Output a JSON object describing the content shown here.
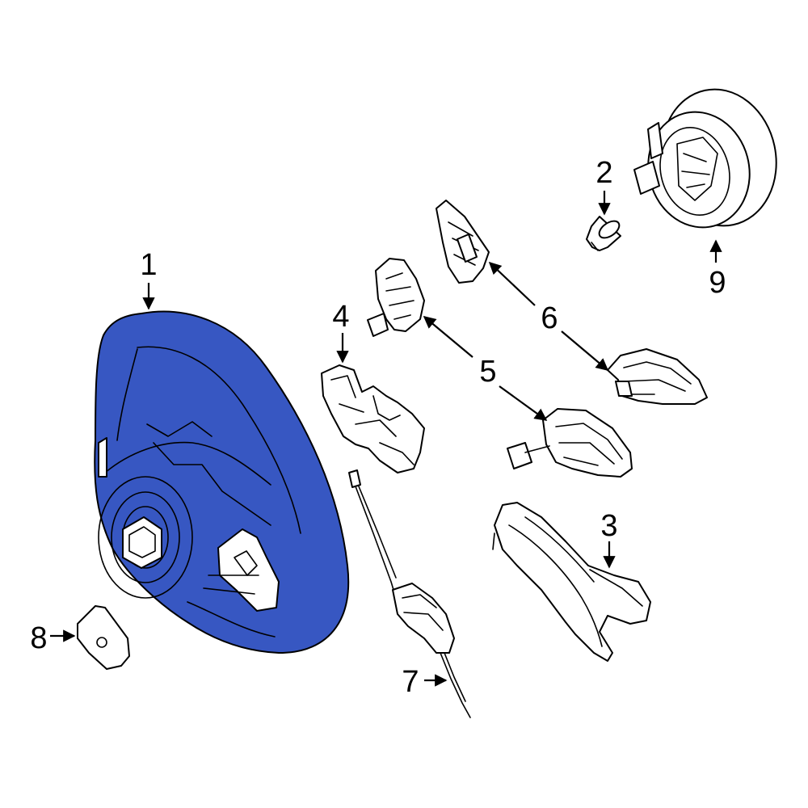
{
  "colors": {
    "highlight": "#3757c2",
    "ink": "#000000",
    "background": "#ffffff"
  },
  "callouts": {
    "c1": "1",
    "c2": "2",
    "c3": "3",
    "c4": "4",
    "c5": "5",
    "c6": "6",
    "c7": "7",
    "c8": "8",
    "c9": "9"
  }
}
